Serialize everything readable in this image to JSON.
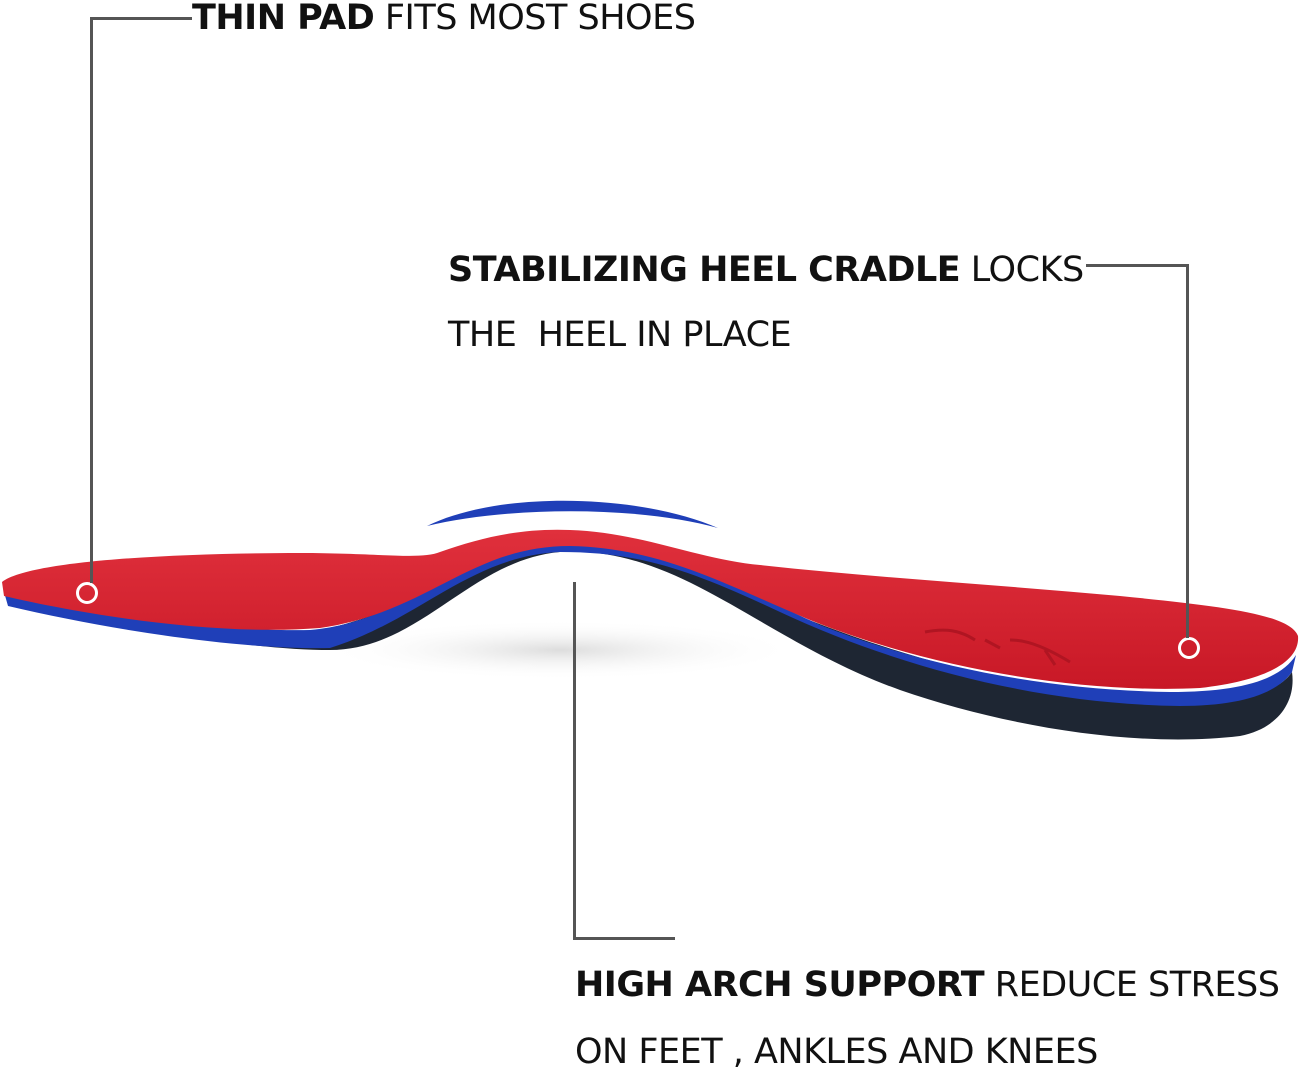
{
  "callouts": {
    "thin_pad": {
      "bold": "THIN PAD",
      "rest": " FITS MOST SHOES"
    },
    "heel_cradle": {
      "bold": "STABILIZING HEEL CRADLE",
      "rest": " LOCKS",
      "line2": "THE  HEEL IN PLACE"
    },
    "arch_support": {
      "bold": "HIGH ARCH SUPPORT",
      "rest": " REDUCE STRESS",
      "line2": "ON FEET , ANKLES AND KNEES"
    }
  },
  "colors": {
    "insole_top": "#d8202f",
    "insole_layer": "#1f3fb8",
    "insole_base": "#1e2633",
    "leader_line": "#555555"
  }
}
